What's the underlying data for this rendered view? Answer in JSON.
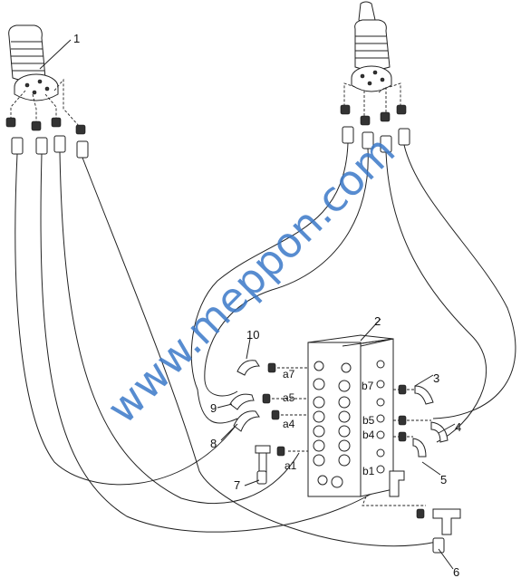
{
  "diagram": {
    "watermark": "www.meppon.com",
    "callouts": [
      "1",
      "2",
      "3",
      "4",
      "5",
      "6",
      "7",
      "8",
      "9",
      "10"
    ],
    "ports_left": [
      "a7",
      "a5",
      "a4",
      "a1"
    ],
    "ports_right": [
      "b7",
      "b5",
      "b4",
      "b1"
    ]
  }
}
